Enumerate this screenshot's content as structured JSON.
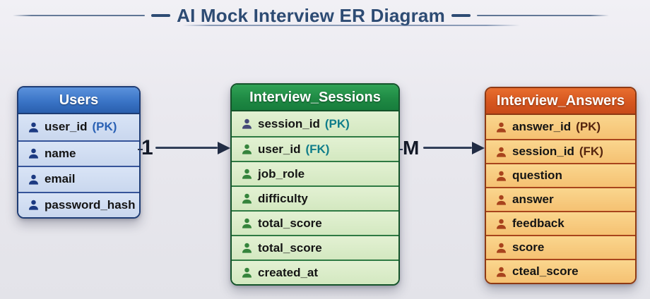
{
  "title": {
    "text": "AI Mock Interview ER Diagram"
  },
  "tables": {
    "users": {
      "name": "Users",
      "rows": [
        {
          "label": "user_id",
          "key": "(PK)"
        },
        {
          "label": "name",
          "key": ""
        },
        {
          "label": "email",
          "key": ""
        },
        {
          "label": "password_hash",
          "key": ""
        }
      ]
    },
    "sessions": {
      "name": "Interview_Sessions",
      "rows": [
        {
          "label": "session_id",
          "key": "(PK)"
        },
        {
          "label": "user_id",
          "key": "(FK)"
        },
        {
          "label": "job_role",
          "key": ""
        },
        {
          "label": "difficulty",
          "key": ""
        },
        {
          "label": "total_score",
          "key": ""
        },
        {
          "label": "total_score",
          "key": ""
        },
        {
          "label": "created_at",
          "key": ""
        }
      ]
    },
    "answers": {
      "name": "Interview_Answers",
      "rows": [
        {
          "label": "answer_id",
          "key": "(PK)"
        },
        {
          "label": "session_id",
          "key": "(FK)"
        },
        {
          "label": "question",
          "key": ""
        },
        {
          "label": "answer",
          "key": ""
        },
        {
          "label": "feedback",
          "key": ""
        },
        {
          "label": "score",
          "key": ""
        },
        {
          "label": "cteal_score",
          "key": ""
        }
      ]
    }
  },
  "relationships": {
    "users_sessions": {
      "label": "1"
    },
    "sessions_answers": {
      "label": "M"
    }
  },
  "icons": {
    "row_marker": "person-icon"
  },
  "colors": {
    "title": "#2d4b73",
    "users_header": "#2a5fae",
    "users_row": "#cfdcf2",
    "users_key": "#2a61b4",
    "sessions_header": "#1f8a44",
    "sessions_row": "#dbecc9",
    "sessions_key": "#0f7d8a",
    "answers_header": "#d6561f",
    "answers_row": "#f8cc82",
    "answers_key": "#55250f",
    "arrow": "#212c44"
  }
}
